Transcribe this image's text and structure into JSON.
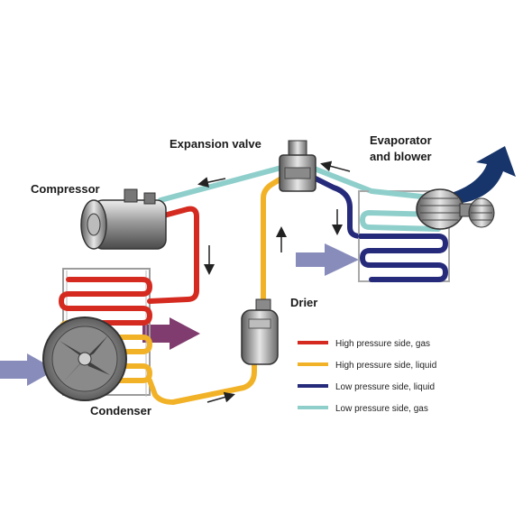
{
  "labels": {
    "expansion_valve": "Expansion valve",
    "evaporator_line1": "Evaporator",
    "evaporator_line2": "and blower",
    "compressor": "Compressor",
    "drier": "Drier",
    "condenser": "Condenser"
  },
  "legend": [
    {
      "label": "High pressure side, gas",
      "color": "#d42a1f"
    },
    {
      "label": "High pressure side, liquid",
      "color": "#f2b227"
    },
    {
      "label": "Low pressure side, liquid",
      "color": "#252a7a"
    },
    {
      "label": "Low pressure side, gas",
      "color": "#8fcfcb"
    }
  ],
  "colors": {
    "high_gas": "#d42a1f",
    "high_liquid": "#f2b227",
    "low_liquid": "#252a7a",
    "low_gas": "#8fcfcb",
    "airflow": "#7b7fb4",
    "hot_air": "#6a1a55",
    "blower_air": "#17356b"
  }
}
